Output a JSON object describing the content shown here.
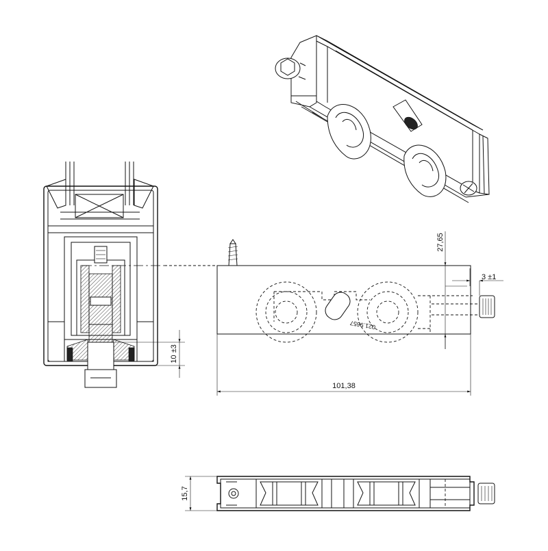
{
  "dimensions": {
    "height_27_65": "27,65",
    "offset_3": "3 ±1",
    "width_101_38": "101,38",
    "adjust_10": "10 ±3",
    "thickness_15_7": "15,7"
  },
  "part_marking": "021.9657",
  "colors": {
    "line": "#111111",
    "background": "#ffffff"
  }
}
